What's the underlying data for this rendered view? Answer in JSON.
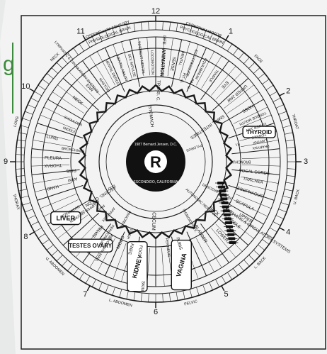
{
  "margin_text": "g",
  "clock_numbers": [
    {
      "n": "1",
      "angle": 30
    },
    {
      "n": "2",
      "angle": 62
    },
    {
      "n": "3",
      "angle": 90
    },
    {
      "n": "4",
      "angle": 118
    },
    {
      "n": "5",
      "angle": 152
    },
    {
      "n": "6",
      "angle": 180
    },
    {
      "n": "7",
      "angle": 208
    },
    {
      "n": "8",
      "angle": 240
    },
    {
      "n": "9",
      "angle": 270
    },
    {
      "n": "10",
      "angle": 300
    },
    {
      "n": "11",
      "angle": 330
    },
    {
      "n": "12",
      "angle": 0
    }
  ],
  "outer_labels": [
    {
      "text": "CEREBELLUM SENSORY",
      "angle": 340,
      "r": 198
    },
    {
      "text": "PHYSIOLOGICAL BRAIN",
      "angle": 340,
      "r": 190
    },
    {
      "text": "CEREBRUM MOTOR",
      "angle": 20,
      "r": 198
    },
    {
      "text": "PSYCHOLOGICAL BRAIN",
      "angle": 20,
      "r": 190
    },
    {
      "text": "FACE",
      "angle": 45,
      "r": 205
    },
    {
      "text": "THROAT",
      "angle": 74,
      "r": 205
    },
    {
      "text": "U. BACK",
      "angle": 104,
      "r": 205
    },
    {
      "text": "L. BACK",
      "angle": 134,
      "r": 205
    },
    {
      "text": "PELVIC",
      "angle": 166,
      "r": 205
    },
    {
      "text": "L. ABDOMEN",
      "angle": 194,
      "r": 205
    },
    {
      "text": "U. ABDOMEN",
      "angle": 224,
      "r": 205
    },
    {
      "text": "THORAX",
      "angle": 254,
      "r": 205
    },
    {
      "text": "LUNG",
      "angle": 286,
      "r": 205
    },
    {
      "text": "NECK",
      "angle": 316,
      "r": 205
    }
  ],
  "ring_labels": [
    {
      "text": "ANIMATION",
      "angle": 4,
      "r": 140,
      "size": 7,
      "bold": true
    },
    {
      "text": "LIFE",
      "angle": 4,
      "r": 172,
      "size": 6
    },
    {
      "text": "SENSE",
      "angle": 10,
      "r": 140,
      "size": 6
    },
    {
      "text": "MENTAL",
      "angle": 14,
      "r": 150,
      "size": 5
    },
    {
      "text": "EGO PRESSURE",
      "angle": 20,
      "r": 148,
      "size": 5
    },
    {
      "text": "EQUILIBRIUM",
      "angle": 26,
      "r": 146,
      "size": 5
    },
    {
      "text": "TEMPLE",
      "angle": 34,
      "r": 146,
      "size": 5
    },
    {
      "text": "EYE",
      "angle": 42,
      "r": 146,
      "size": 6
    },
    {
      "text": "UPPER JAW",
      "angle": 50,
      "r": 150,
      "size": 6
    },
    {
      "text": "NOSE",
      "angle": 60,
      "r": 150,
      "size": 6
    },
    {
      "text": "TONGUE MOUTH",
      "angle": 66,
      "r": 150,
      "size": 5
    },
    {
      "text": "LOWER JAW",
      "angle": 71,
      "r": 150,
      "size": 5
    },
    {
      "text": "TONSILS",
      "angle": 76,
      "r": 150,
      "size": 5
    },
    {
      "text": "LARYNX",
      "angle": 79,
      "r": 150,
      "size": 5
    },
    {
      "text": "PHARYNX",
      "angle": 82,
      "r": 150,
      "size": 5
    },
    {
      "text": "VOCAL CORDS",
      "angle": 96,
      "r": 140,
      "size": 6
    },
    {
      "text": "TRACHEA",
      "angle": 101,
      "r": 140,
      "size": 6
    },
    {
      "text": "ESOPHAGUS",
      "angle": 108,
      "r": 140,
      "size": 6
    },
    {
      "text": "SCAPULA",
      "angle": 116,
      "r": 140,
      "size": 6
    },
    {
      "text": "BACK",
      "angle": 130,
      "r": 108,
      "size": 6
    },
    {
      "text": "MIDDLE",
      "angle": 128,
      "r": 140,
      "size": 6
    },
    {
      "text": "LOWER",
      "angle": 138,
      "r": 140,
      "size": 6
    },
    {
      "text": "UPPER",
      "angle": 122,
      "r": 150,
      "size": 6
    },
    {
      "text": "LYMPHATIC & CIRCULATORY SYSTEMS",
      "angle": 124,
      "r": 172,
      "size": 6
    },
    {
      "text": "BLADDER",
      "angle": 148,
      "r": 120,
      "size": 6
    },
    {
      "text": "PUBIS",
      "angle": 164,
      "r": 120,
      "size": 6
    },
    {
      "text": "PERINEUM",
      "angle": 172,
      "r": 122,
      "size": 5
    },
    {
      "text": "SKIN",
      "angle": 186,
      "r": 176,
      "size": 6
    },
    {
      "text": "FOOT",
      "angle": 190,
      "r": 128,
      "size": 6
    },
    {
      "text": "KNEE",
      "angle": 196,
      "r": 128,
      "size": 6
    },
    {
      "text": "THIGH",
      "angle": 200,
      "r": 108,
      "size": 5
    },
    {
      "text": "GROIN",
      "angle": 204,
      "r": 124,
      "size": 6
    },
    {
      "text": "ABDOMINAL WALL",
      "angle": 211,
      "r": 142,
      "size": 5
    },
    {
      "text": "PERITONEUM",
      "angle": 214,
      "r": 124,
      "size": 5
    },
    {
      "text": "PELVIS",
      "angle": 220,
      "r": 128,
      "size": 6
    },
    {
      "text": "PANCREAS",
      "angle": 208,
      "r": 92,
      "size": 5
    },
    {
      "text": "PAN",
      "angle": 230,
      "r": 100,
      "size": 5
    },
    {
      "text": "GALL",
      "angle": 236,
      "r": 104,
      "size": 5
    },
    {
      "text": "DIAPHRAGM",
      "angle": 240,
      "r": 140,
      "size": 5
    },
    {
      "text": "UPPER ABDOMEN",
      "angle": 235,
      "r": 126,
      "size": 5
    },
    {
      "text": "HAND",
      "angle": 256,
      "r": 150,
      "size": 6
    },
    {
      "text": "ARM",
      "angle": 258,
      "r": 120,
      "size": 6
    },
    {
      "text": "RIBS",
      "angle": 264,
      "r": 120,
      "size": 6
    },
    {
      "text": "THORAX",
      "angle": 268,
      "r": 145,
      "size": 6
    },
    {
      "text": "PLEURA",
      "angle": 272,
      "r": 145,
      "size": 6
    },
    {
      "text": "LUNG",
      "angle": 283,
      "r": 150,
      "size": 6
    },
    {
      "text": "MIDDLE",
      "angle": 290,
      "r": 130,
      "size": 5
    },
    {
      "text": "BRONCHIALS",
      "angle": 278,
      "r": 118,
      "size": 5
    },
    {
      "text": "SHOULDER",
      "angle": 296,
      "r": 130,
      "size": 5
    },
    {
      "text": "NECK",
      "angle": 308,
      "r": 140,
      "size": 6
    },
    {
      "text": "EAR",
      "angle": 318,
      "r": 140,
      "size": 6
    },
    {
      "text": "MASTOID",
      "angle": 326,
      "r": 130,
      "size": 5
    },
    {
      "text": "MENTAL DEFICIT",
      "angle": 334,
      "r": 140,
      "size": 5
    },
    {
      "text": "MENTAL ABILITY",
      "angle": 340,
      "r": 140,
      "size": 5
    },
    {
      "text": "SEX IMPULSE",
      "angle": 346,
      "r": 140,
      "size": 5
    },
    {
      "text": "INHERENT MENTAL",
      "angle": 352,
      "r": 148,
      "size": 5
    },
    {
      "text": "LOCOMOTION",
      "angle": 358,
      "r": 140,
      "size": 5
    },
    {
      "text": "LYMPHATIC & CIRCULATORY SYSTEMS",
      "angle": 320,
      "r": 174,
      "size": 5
    },
    {
      "text": "BRONCHUS",
      "angle": 90,
      "r": 120,
      "size": 5
    },
    {
      "text": "P.I.",
      "angle": 78,
      "r": 118,
      "size": 5
    },
    {
      "text": "PIT. G.",
      "angle": 18,
      "r": 124,
      "size": 5
    },
    {
      "text": "PIN. G.",
      "angle": 24,
      "r": 120,
      "size": 5
    },
    {
      "text": "TRANS. C.",
      "angle": 2,
      "r": 100,
      "size": 6
    },
    {
      "text": "CECUM",
      "angle": 182,
      "r": 84,
      "size": 7
    },
    {
      "text": "ASCEND. COLON",
      "angle": 238,
      "r": 92,
      "size": 6
    },
    {
      "text": "DESCEND. COLON",
      "angle": 116,
      "r": 96,
      "size": 5
    },
    {
      "text": "SMALL INTESTINES",
      "angle": 56,
      "r": 88,
      "size": 6
    },
    {
      "text": "AUTONOMIC NERVOUS",
      "angle": 132,
      "r": 86,
      "size": 5
    },
    {
      "text": "STOMACH",
      "angle": 354,
      "r": 64,
      "size": 6
    },
    {
      "text": "PYLORUS",
      "angle": 70,
      "r": 58,
      "size": 5
    },
    {
      "text": "DUO",
      "angle": 240,
      "r": 72,
      "size": 5
    },
    {
      "text": "SIGMOID FLEX.",
      "angle": 150,
      "r": 96,
      "size": 5
    },
    {
      "text": "APPENDIX",
      "angle": 222,
      "r": 100,
      "size": 5
    }
  ],
  "boxed_labels": [
    {
      "text": "THYROID",
      "angle": 74,
      "r": 152,
      "w": 46,
      "h": 16,
      "size": 8
    },
    {
      "text": "LIVER",
      "angle": 238,
      "r": 150,
      "w": 42,
      "h": 18,
      "size": 9
    },
    {
      "text": "TESTES OVARY",
      "angle": 218,
      "r": 150,
      "w": 62,
      "h": 18,
      "size": 8
    },
    {
      "text": "KIDNEY",
      "angle": 190,
      "r": 150,
      "w": 28,
      "h": 70,
      "size": 9
    },
    {
      "text": "VAGINA",
      "angle": 166,
      "r": 150,
      "w": 28,
      "h": 70,
      "size": 9
    }
  ],
  "center": {
    "letter": "R",
    "top_text": "1987 Bernard Jensen, D.C.",
    "bottom_text": "ESCONDIDO, CALIFORNIA"
  }
}
